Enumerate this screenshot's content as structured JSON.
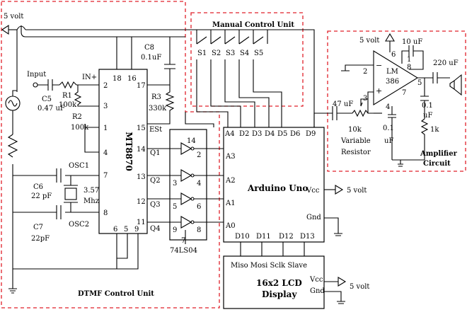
{
  "units": {
    "dtmf": "DTMF Control Unit",
    "manual": "Manual Control Unit",
    "amplifier": [
      "Amplifier",
      "Circuit"
    ]
  },
  "power": {
    "five_volt": "5 volt"
  },
  "ic": {
    "mt8870": "MT8870",
    "arduino": "Arduino Uno",
    "lcd": [
      "16x2 LCD",
      "Display"
    ],
    "lcd_bus": "Miso Mosi Sclk Slave",
    "inverter": "74LS04",
    "lm386": [
      "LM",
      "386"
    ]
  },
  "input_label": "Input",
  "components": {
    "c5": [
      "C5",
      "0.47 uF"
    ],
    "r1": [
      "R1",
      "100k"
    ],
    "r2": [
      "R2",
      "100k"
    ],
    "c8": [
      "C8",
      "0.1uF"
    ],
    "r3": [
      "R3",
      "330k"
    ],
    "c6": [
      "C6",
      "22 pF"
    ],
    "c7": [
      "C7",
      "22pF"
    ],
    "xtal": [
      "3.57",
      "Mhz"
    ],
    "osc1": "OSC1",
    "osc2": "OSC2",
    "c10u": "10 uF",
    "c220u": "220 uF",
    "c47u": "47 uF",
    "vr": [
      "10k",
      "Variable",
      "Resistor"
    ],
    "c01a": [
      "0.1",
      "uF"
    ],
    "c01b": [
      "0.1",
      "uF"
    ],
    "r1k": "1k"
  },
  "mt_pins": {
    "in_plus": "IN+",
    "est": "ESt",
    "q": [
      "Q1",
      "Q2",
      "Q3",
      "Q4"
    ],
    "numbers": {
      "p18": "18",
      "p16": "16",
      "p2": "2",
      "p3": "3",
      "p1": "1",
      "p4": "4",
      "p17": "17",
      "p15": "15",
      "p7": "7",
      "p8": "8",
      "p14": "14",
      "p13": "13",
      "p12": "12",
      "p11": "11",
      "p6": "6",
      "p5": "5",
      "p9": "9"
    }
  },
  "inv_pins": {
    "in": [
      "14",
      "3",
      "5",
      "9"
    ],
    "out": [
      "2",
      "4",
      "6",
      "8"
    ],
    "bottom": "7"
  },
  "switches": [
    "S1",
    "S2",
    "S3",
    "S4",
    "S5"
  ],
  "arduino_pins": {
    "top": [
      "A4",
      "D2",
      "D3",
      "D4",
      "D5",
      "D6",
      "D9"
    ],
    "left": [
      "A3",
      "A2",
      "A1",
      "A0"
    ],
    "bottom": [
      "D10",
      "D11",
      "D12",
      "D13"
    ],
    "vcc": "Vcc",
    "gnd": "Gnd"
  },
  "lcd_pins": {
    "vcc": "Vcc",
    "gnd": "Gnd"
  },
  "lm_pins": {
    "p6": "6",
    "p2": "2",
    "p3": "3",
    "p8": "8",
    "p1": "1",
    "p5": "5",
    "p4": "4",
    "p7": "7",
    "minus": "−",
    "plus": "+"
  }
}
